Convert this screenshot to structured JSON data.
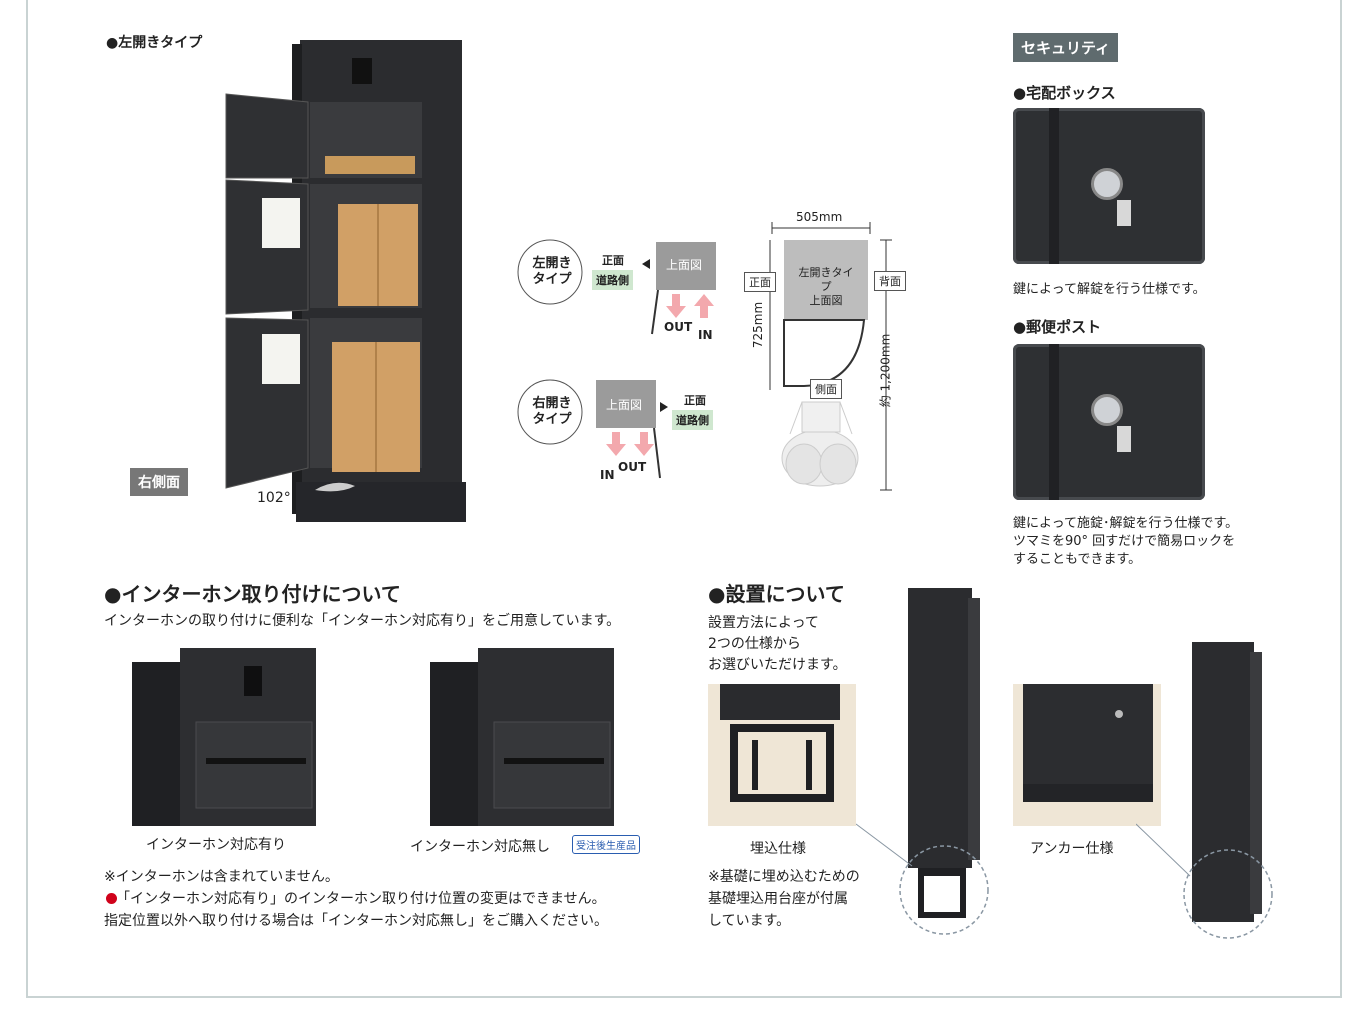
{
  "left_open": {
    "title": "●左開きタイプ",
    "side_label": "右側面",
    "angle": "102°"
  },
  "diagram": {
    "left_type": "左開き\nタイプ",
    "right_type": "右開き\nタイプ",
    "front": "正面",
    "road_side": "道路側",
    "top_view": "上面図",
    "out": "OUT",
    "in": "IN",
    "width": "505mm",
    "front_tag": "正面",
    "back_tag": "背面",
    "depth": "725mm",
    "height": "約 1,200mm",
    "inner_label": "左開きタイプ\n上面図",
    "side_tag": "側面"
  },
  "security": {
    "tag": "セキュリティ",
    "delivery_title": "●宅配ボックス",
    "delivery_text": "鍵によって解錠を行う仕様です。",
    "post_title": "●郵便ポスト",
    "post_text_1": "鍵によって施錠･解錠を行う仕様です。",
    "post_text_2": "ツマミを90° 回すだけで簡易ロックを",
    "post_text_3": "することもできます。"
  },
  "intercom": {
    "title": "●インターホン取り付けについて",
    "desc": "インターホンの取り付けに便利な「インターホン対応有り」をご用意しています。",
    "caption_with": "インターホン対応有り",
    "caption_without": "インターホン対応無し",
    "badge": "受注後生産品",
    "note_1": "※インターホンは含まれていません。",
    "note_2": "「インターホン対応有り」のインターホン取り付け位置の変更はできません。",
    "note_3": "指定位置以外へ取り付ける場合は「インターホン対応無し」をご購入ください。"
  },
  "install": {
    "title": "●設置について",
    "desc_1": "設置方法によって",
    "desc_2": "2つの仕様から",
    "desc_3": "お選びいただけます。",
    "buried_label": "埋込仕様",
    "buried_note_1": "※基礎に埋め込むための",
    "buried_note_2": "基礎埋込用台座が付属",
    "buried_note_3": "しています。",
    "anchor_label": "アンカー仕様"
  },
  "colors": {
    "accent_red": "#d0021b",
    "tag_gray": "#5f6b6e",
    "road_green": "#cfe7cf",
    "badge_blue": "#2a5db0"
  }
}
